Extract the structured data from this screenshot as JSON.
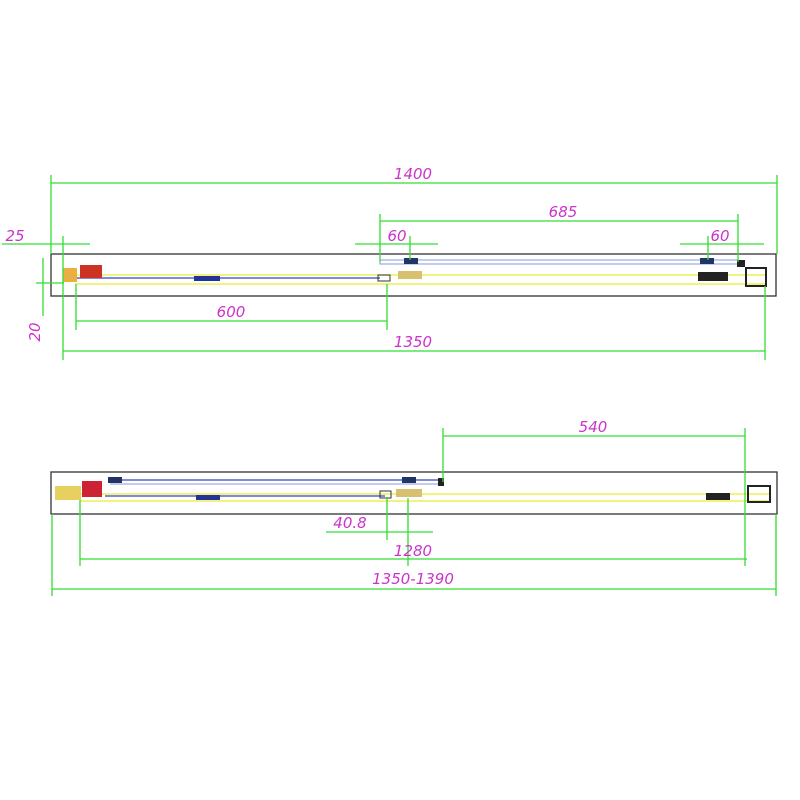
{
  "top_view": {
    "dims": {
      "overall": "1400",
      "door_travel": "685",
      "offset_left": "60",
      "offset_right": "60",
      "wall_gap": "25",
      "depth": "20",
      "fixed_panel": "600",
      "inner": "1350"
    }
  },
  "bottom_view": {
    "dims": {
      "opening": "540",
      "overlap": "40.8",
      "inner": "1280",
      "range": "1350-1390"
    }
  },
  "colors": {
    "dimension": "#33dd33",
    "label": "#cc33cc"
  }
}
